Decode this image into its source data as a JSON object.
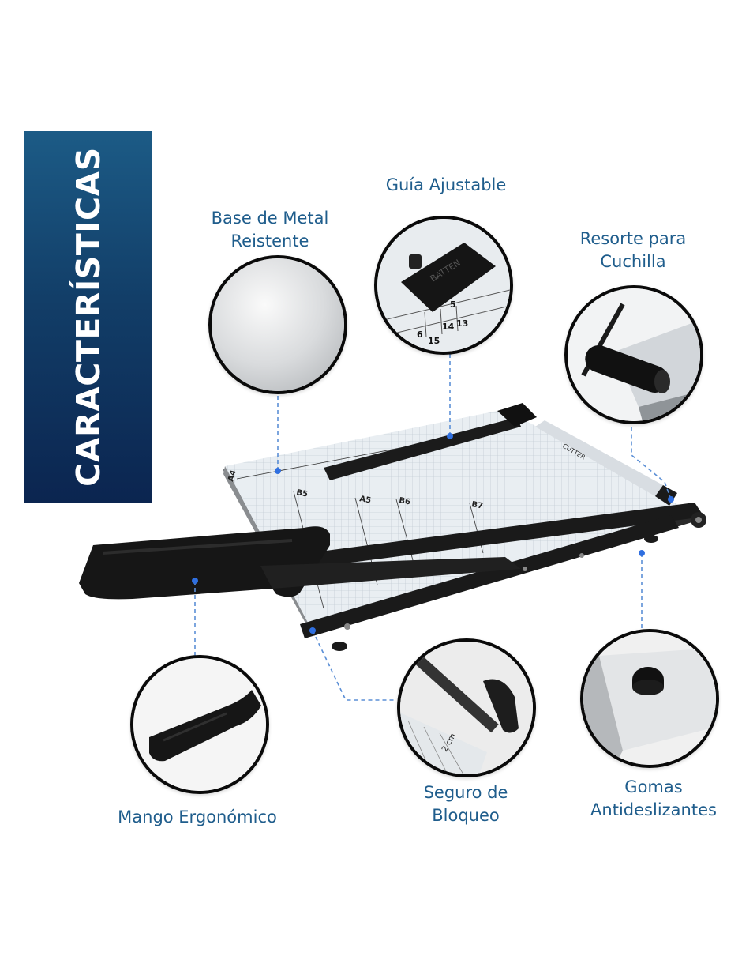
{
  "banner": {
    "title": "CARACTERÍSTICAS"
  },
  "features": {
    "base": {
      "line1": "Base de Metal",
      "line2": "Reistente"
    },
    "guia": {
      "line1": "Guía Ajustable"
    },
    "resorte": {
      "line1": "Resorte para",
      "line2": "Cuchilla"
    },
    "mango": {
      "line1": "Mango Ergonómico"
    },
    "seguro": {
      "line1": "Seguro de",
      "line2": "Bloqueo"
    },
    "gomas": {
      "line1": "Gomas",
      "line2": "Antideslizantes"
    }
  },
  "product_labels": {
    "batten": "BATTEN",
    "cutter": "CUTTER",
    "b5": "B5",
    "a5": "A5",
    "b6": "B6",
    "b7": "B7",
    "a4": "A4",
    "cm": "2 cm",
    "ruler_numbers": [
      "5",
      "6",
      "14",
      "13",
      "15"
    ]
  },
  "colors": {
    "banner_top": "#1c5b86",
    "banner_bottom": "#0b2550",
    "label_text": "#1f5d8c",
    "callout_line": "#5b8fd6",
    "dot": "#2f6fe0"
  }
}
